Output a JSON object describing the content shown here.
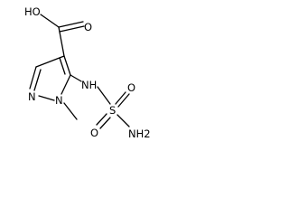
{
  "diagram": {
    "type": "chemical-structure",
    "atoms": {
      "carboxyl_oh": "HO",
      "carboxyl_o": "O",
      "ring_n2": "N",
      "ring_n1": "N",
      "amine_nh": "NH",
      "sulfur": "S",
      "sulfonyl_o_top": "O",
      "sulfonyl_o_bottom": "O",
      "sulfonamide_nh2": "NH2"
    }
  }
}
